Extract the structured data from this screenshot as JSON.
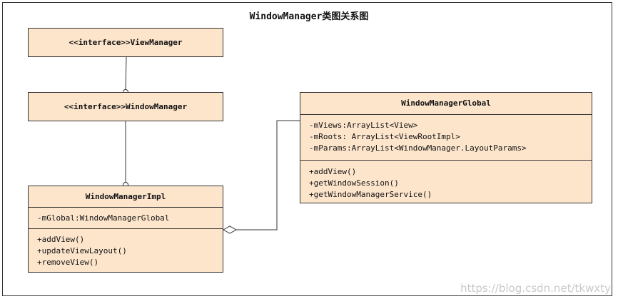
{
  "title": "WindowManager类图关系图",
  "classes": {
    "view_manager": {
      "name": "<<interface>>ViewManager"
    },
    "window_manager": {
      "name": "<<interface>>WindowManager"
    },
    "impl": {
      "name": "WindowManagerImpl",
      "fields": [
        "-mGlobal:WindowManagerGlobal"
      ],
      "methods": [
        "+addView()",
        "+updateViewLayout()",
        "+removeView()"
      ]
    },
    "global": {
      "name": "WindowManagerGlobal",
      "fields": [
        "-mViews:ArrayList<View>",
        "-mRoots: ArrayList<ViewRootImpl>",
        "-mParams:ArrayList<WindowManager.LayoutParams>"
      ],
      "methods": [
        "+addView()",
        "+getWindowSession()",
        "+getWindowManagerService()"
      ]
    }
  },
  "watermark": "https://blog.csdn.net/tkwxty"
}
